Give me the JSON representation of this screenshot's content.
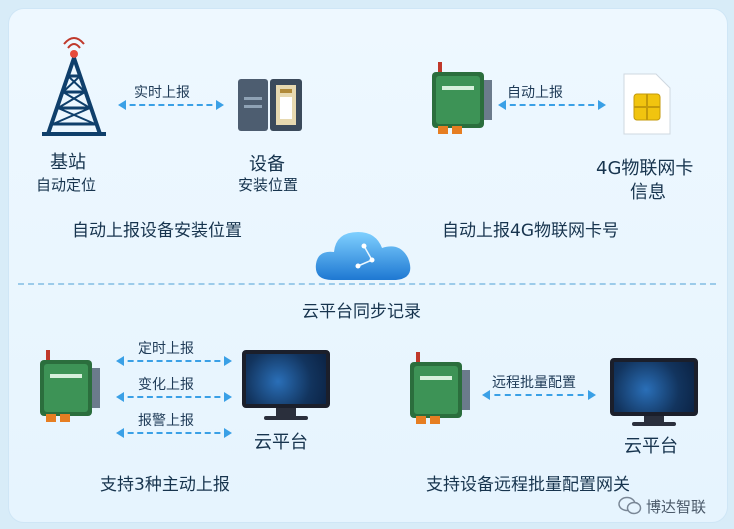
{
  "top_left": {
    "arrow_label": "实时上报",
    "left_title": "基站",
    "left_sub": "自动定位",
    "right_title": "设备",
    "right_sub": "安装位置",
    "caption": "自动上报设备安装位置"
  },
  "top_right": {
    "arrow_label": "自动上报",
    "right_line1": "4G物联网卡",
    "right_line2": "信息",
    "caption": "自动上报4G物联网卡号"
  },
  "center": {
    "label": "云平台同步记录"
  },
  "bottom_left": {
    "arrow_labels": [
      "定时上报",
      "变化上报",
      "报警上报"
    ],
    "platform_label": "云平台",
    "caption": "支持3种主动上报"
  },
  "bottom_right": {
    "arrow_label": "远程批量配置",
    "platform_label": "云平台",
    "caption": "支持设备远程批量配置网关"
  },
  "watermark": "博达智联",
  "icons": [
    "tower-icon",
    "device-box-icon",
    "router-icon",
    "sim-card-icon",
    "cloud-icon",
    "monitor-icon",
    "wechat-icon"
  ],
  "colors": {
    "accent": "#3aa0e6",
    "text": "#17344e",
    "router_green": "#2f8a4a"
  }
}
